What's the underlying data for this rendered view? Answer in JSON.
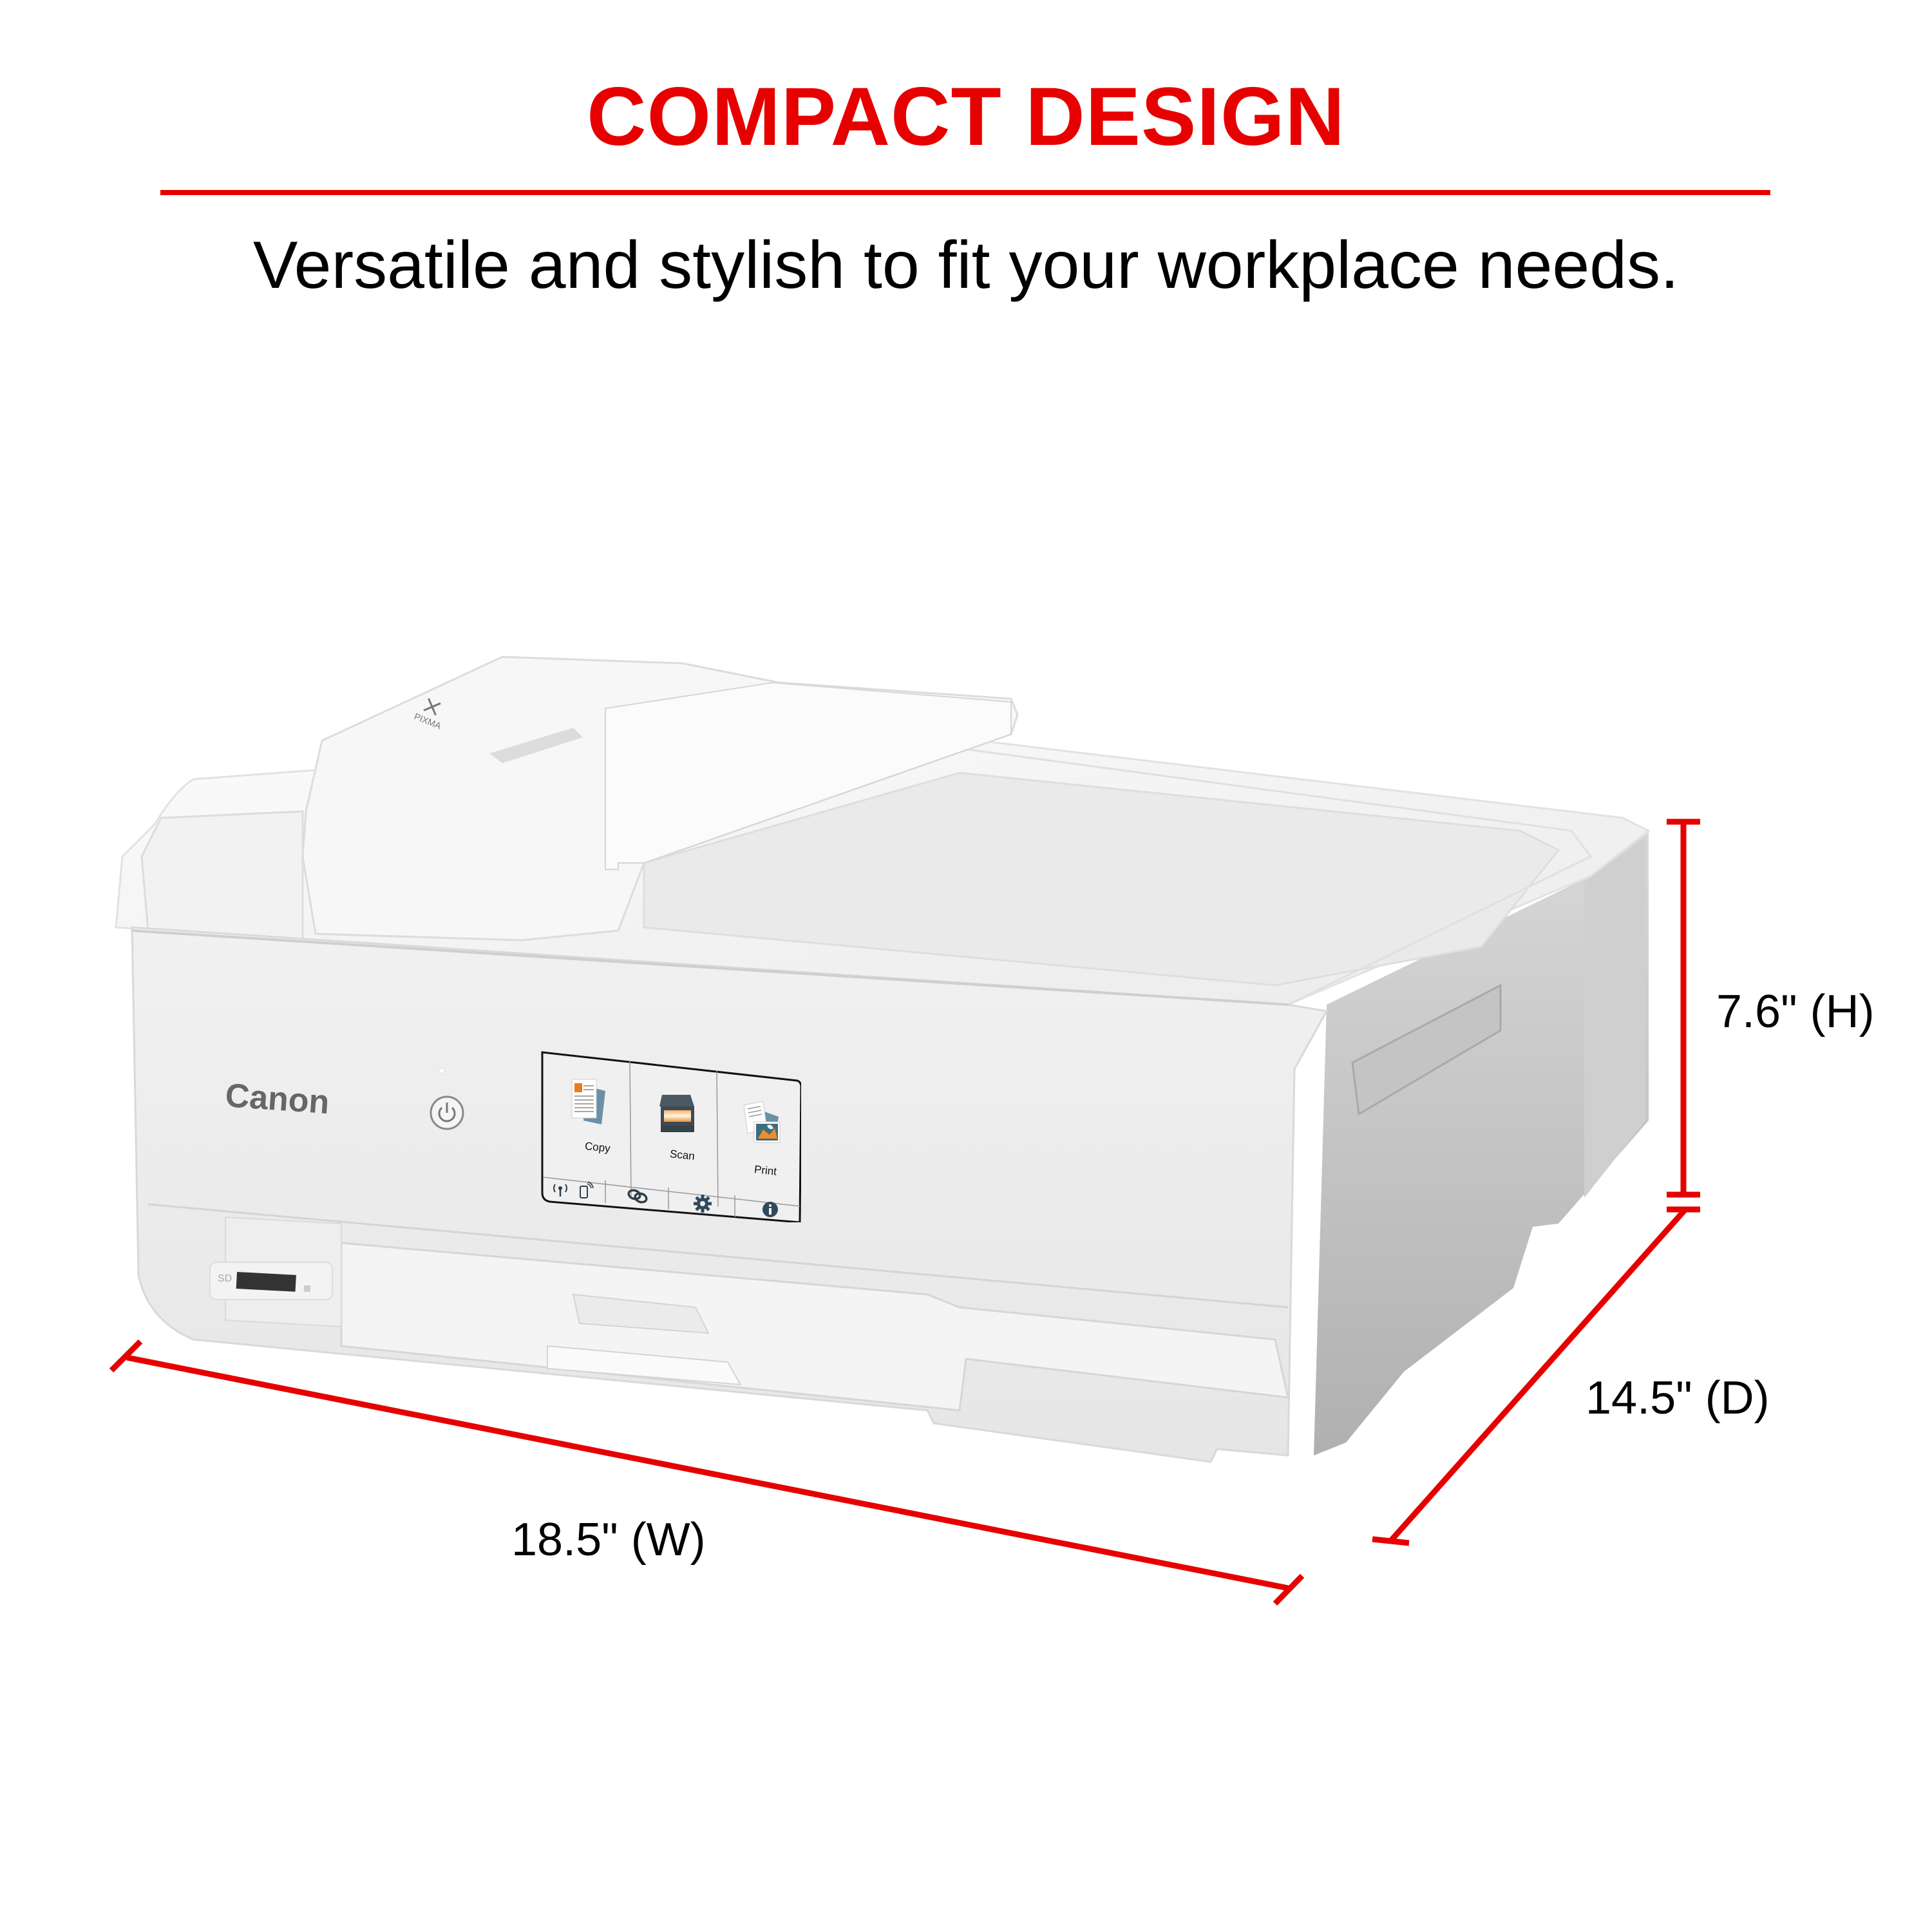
{
  "header": {
    "title": "COMPACT DESIGN",
    "subtitle": "Versatile and stylish to fit your workplace needs."
  },
  "colors": {
    "accent_red": "#E60000",
    "text": "#000000",
    "background": "#FFFFFF",
    "printer_body": "#EDEDED"
  },
  "product": {
    "brand_logo": "Canon",
    "lid_logo": "PIXMA",
    "card_slot_label": "SD",
    "power_icon": "power-icon"
  },
  "lcd": {
    "tiles": [
      {
        "label": "Copy",
        "icon": "copy-document-icon"
      },
      {
        "label": "Scan",
        "icon": "scanner-icon"
      },
      {
        "label": "Print",
        "icon": "print-photo-icon"
      }
    ],
    "bottom_bar": [
      {
        "icon": "wireless-icon"
      },
      {
        "icon": "mobile-wireless-icon"
      },
      {
        "icon": "link-icon"
      },
      {
        "icon": "gear-icon"
      },
      {
        "icon": "info-icon"
      }
    ]
  },
  "dimensions": {
    "height": "7.6\" (H)",
    "depth": "14.5\" (D)",
    "width": "18.5\" (W)"
  }
}
